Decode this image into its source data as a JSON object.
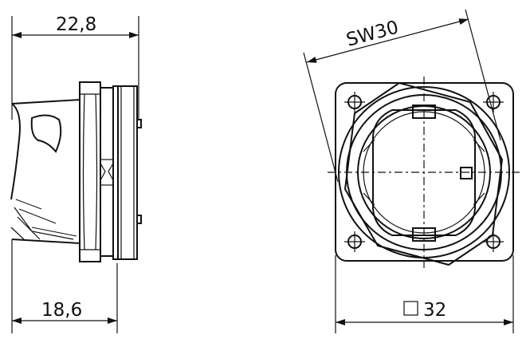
{
  "dimensions": {
    "overall_depth": "22,8",
    "flange_depth": "18,6",
    "wrench_size": "SW30",
    "flange_square": "32",
    "square_symbol": "□"
  }
}
